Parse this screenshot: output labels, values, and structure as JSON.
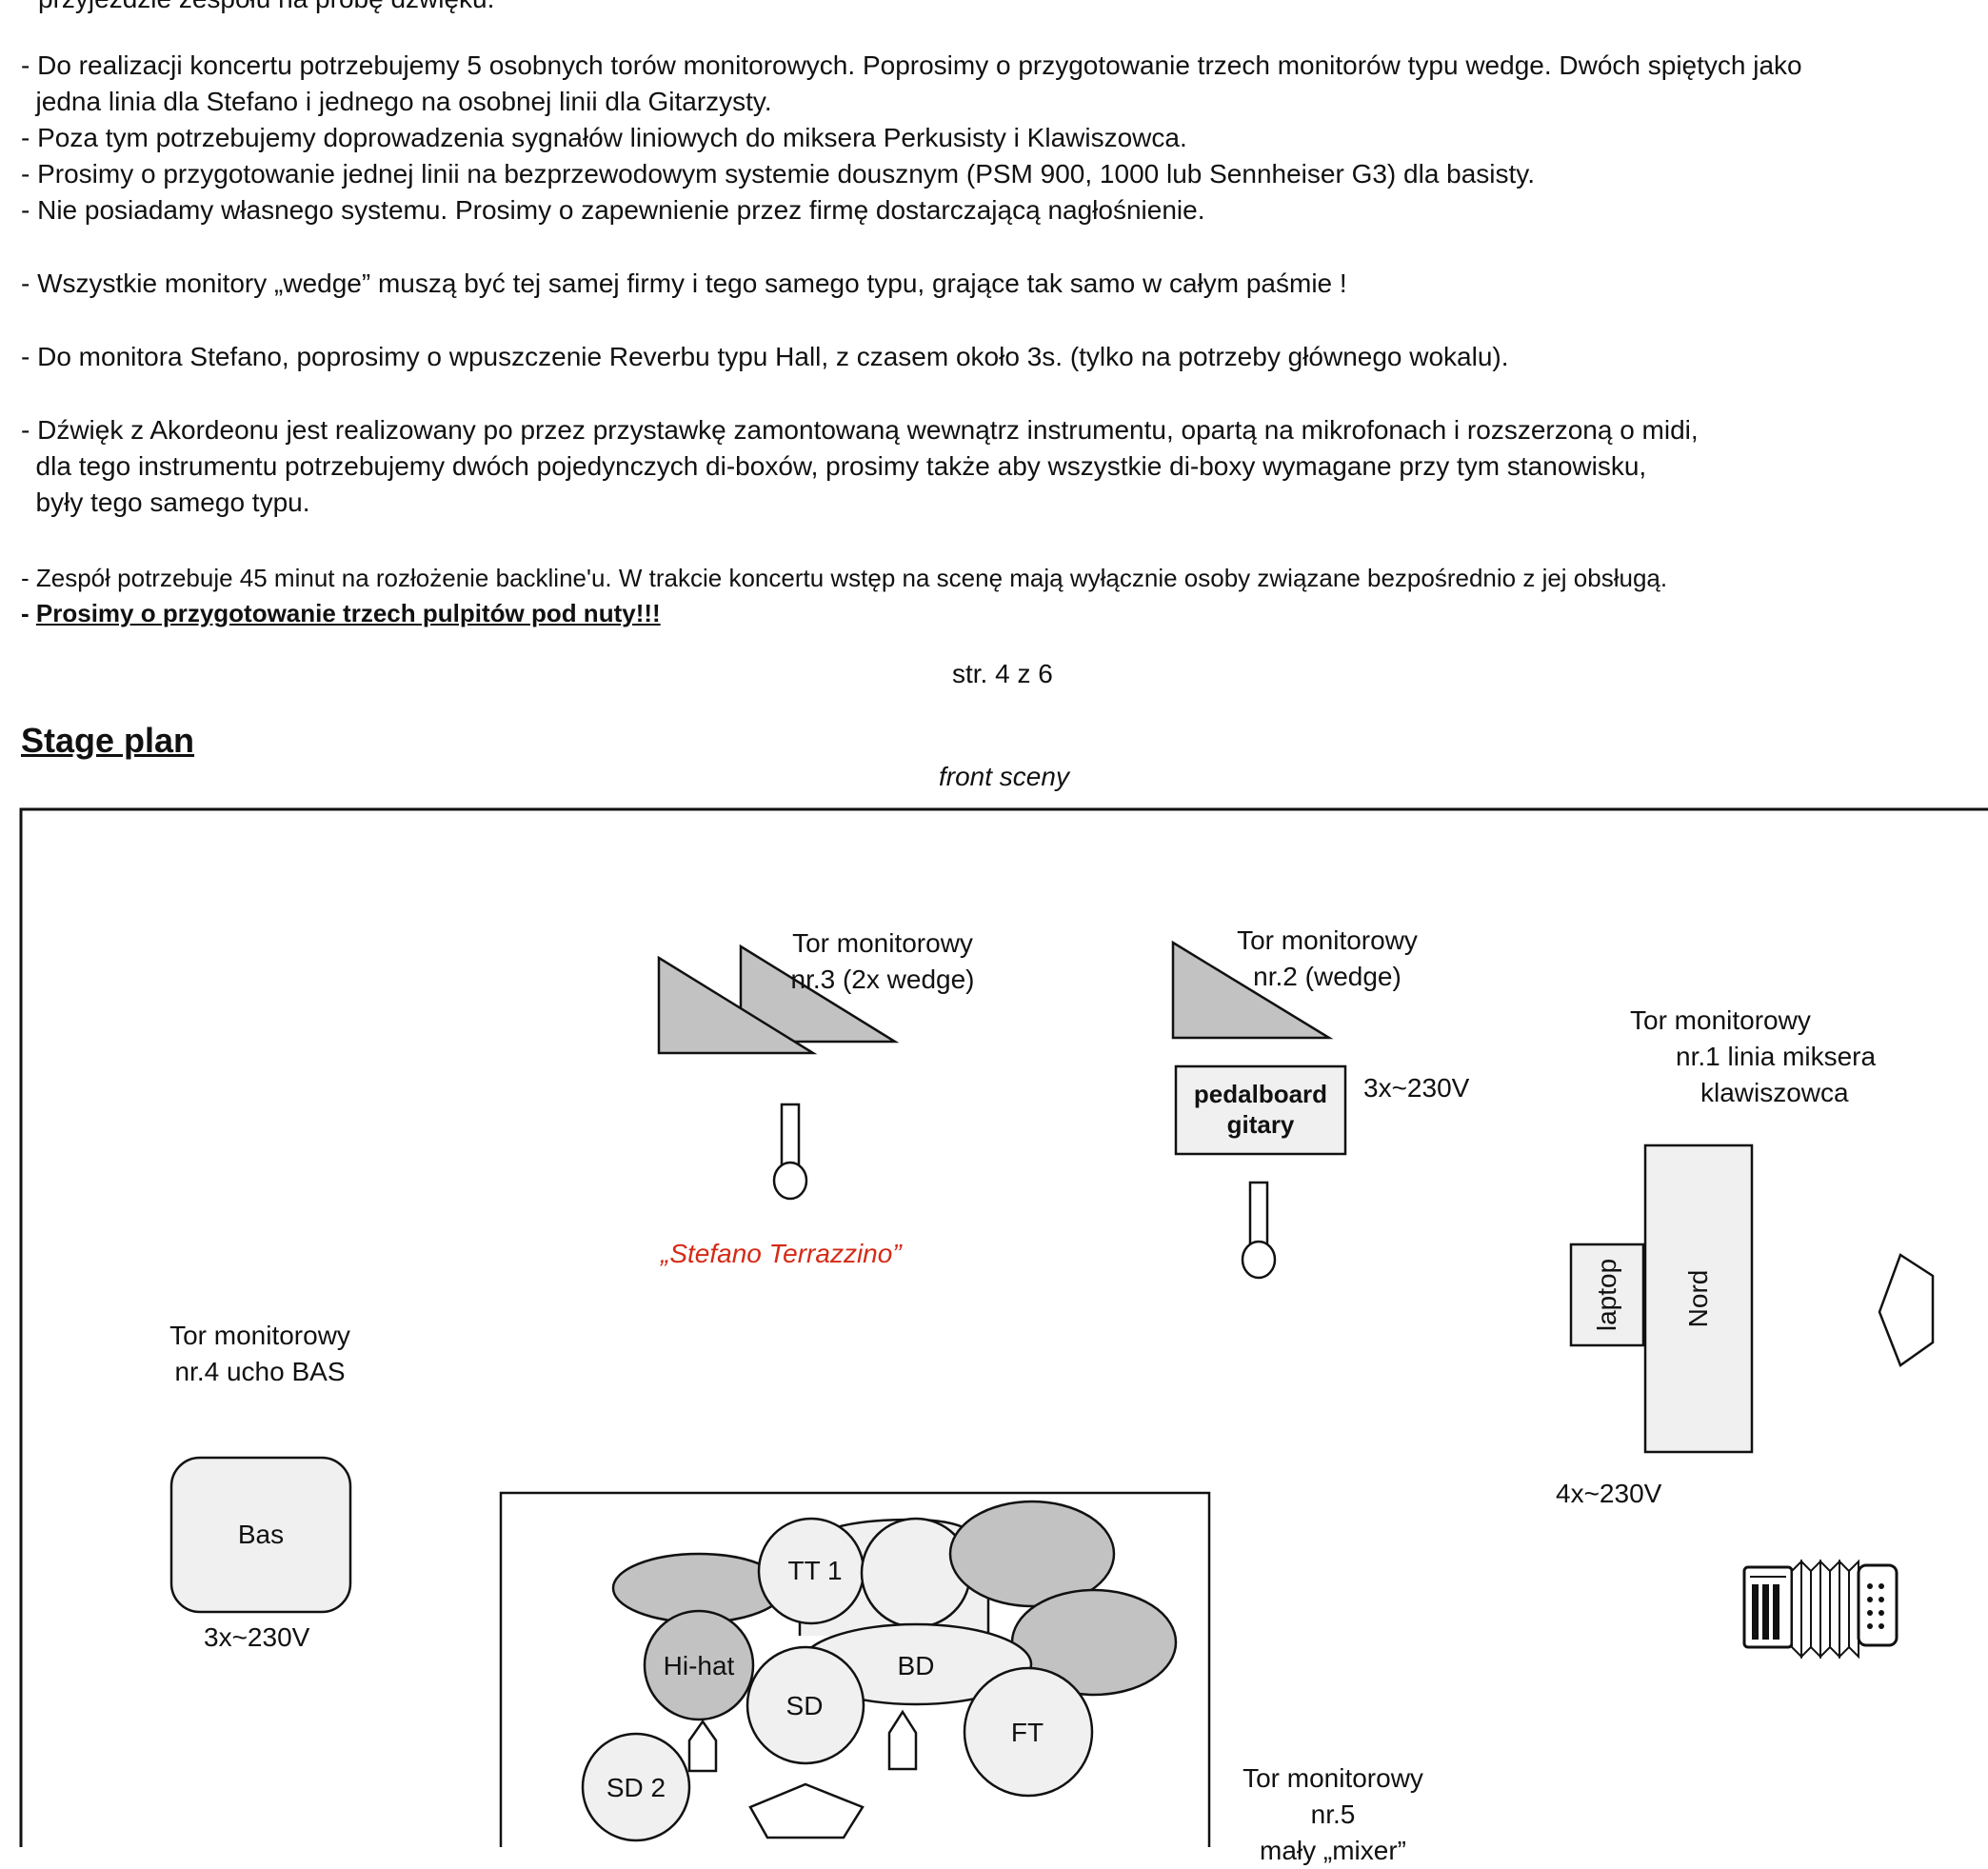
{
  "rider": {
    "cut_line": "przyjeździe zespołu na próbę dźwięku.",
    "lines": [
      "- Do realizacji koncertu potrzebujemy 5 osobnych torów monitorowych. Poprosimy o przygotowanie trzech monitorów typu wedge. Dwóch spiętych jako",
      "  jedna linia dla Stefano i jednego na osobnej linii dla Gitarzysty.",
      "- Poza tym potrzebujemy doprowadzenia sygnałów liniowych do miksera Perkusisty i Klawiszowca.",
      "- Prosimy o przygotowanie jednej linii na bezprzewodowym systemie dousznym (PSM 900, 1000 lub Sennheiser G3) dla basisty.",
      "- Nie posiadamy własnego systemu. Prosimy o zapewnienie przez firmę dostarczającą nagłośnienie.",
      "- Wszystkie monitory „wedge” muszą być tej samej firmy i tego samego typu, grające tak samo w całym paśmie !",
      "- Do monitora Stefano, poprosimy o wpuszczenie Reverbu typu Hall, z czasem około 3s. (tylko na potrzeby głównego wokalu).",
      "- Dźwięk z Akordeonu jest realizowany po przez przystawkę zamontowaną wewnątrz instrumentu, opartą na mikrofonach i rozszerzoną o midi,",
      "  dla tego instrumentu potrzebujemy dwóch pojedynczych di-boxów, prosimy także aby wszystkie di-boxy wymagane przy tym stanowisku,",
      "  były tego samego typu.",
      "- Zespół potrzebuje 45 minut na rozłożenie backline'u. W trakcie koncertu wstęp na scenę mają wyłącznie osoby związane bezpośrednio z jej obsługą."
    ],
    "bold_prefix": "- ",
    "bold_line": "Prosimy o przygotowanie trzech pulpitów pod nuty!!!",
    "page_number": "str. 4 z 6"
  },
  "stage_plan": {
    "heading": "Stage plan",
    "front_label": "front sceny",
    "mon3": [
      "Tor monitorowy",
      "nr.3 (2x wedge)"
    ],
    "mon2": [
      "Tor monitorowy",
      "nr.2 (wedge)"
    ],
    "mon1": [
      "Tor monitorowy",
      "nr.1 linia miksera",
      "klawiszowca"
    ],
    "mon4": [
      "Tor monitorowy",
      "nr.4 ucho BAS"
    ],
    "mon5": [
      "Tor monitorowy",
      "nr.5",
      "mały „mixer”"
    ],
    "pedalboard": [
      "pedalboard",
      "gitary"
    ],
    "power_guitar": "3x~230V",
    "power_keys": "4x~230V",
    "power_bass": "3x~230V",
    "vocalist": "„Stefano Terrazzino”",
    "vocalist_color": "#d42a16",
    "laptop": "laptop",
    "nord": "Nord",
    "bass_amp": "Bas",
    "drums": {
      "tt1": "TT 1",
      "hihat": "Hi-hat",
      "bd": "BD",
      "sd": "SD",
      "ft": "FT",
      "sd2": "SD 2"
    },
    "accordion_icon": "accordion-icon"
  }
}
